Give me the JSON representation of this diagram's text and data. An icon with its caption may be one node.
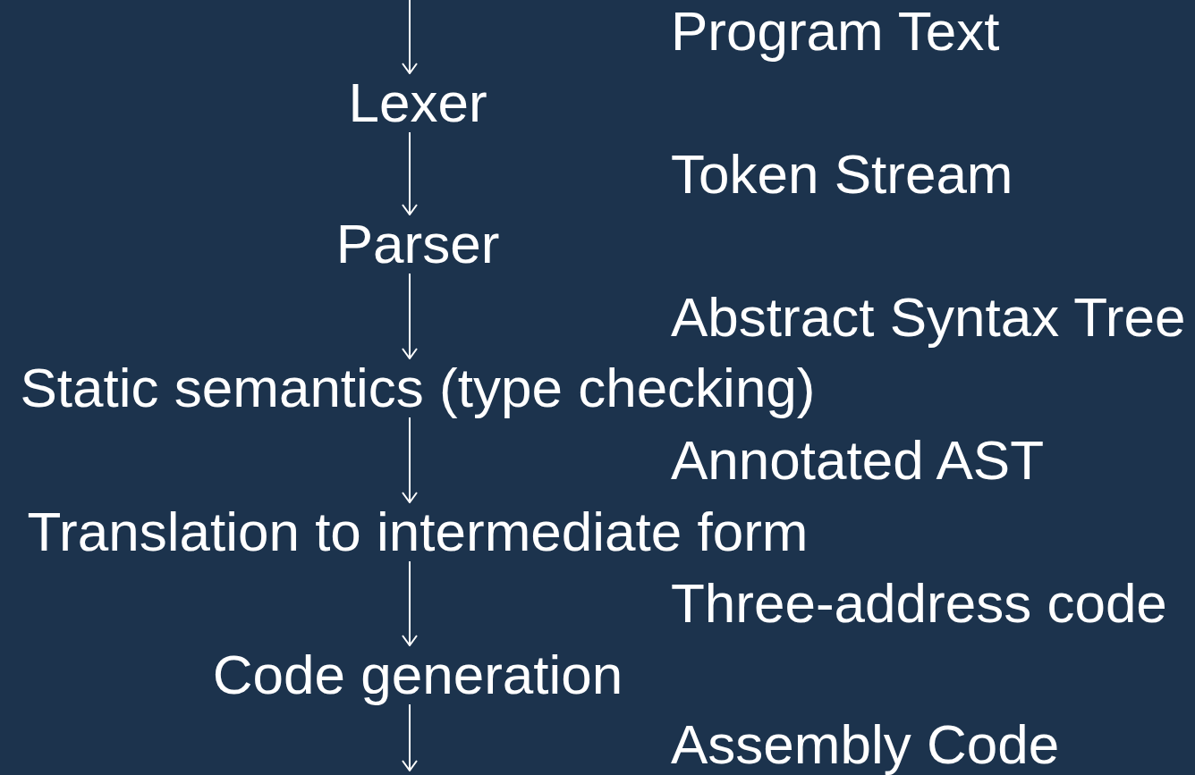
{
  "diagram": {
    "nodes": [
      {
        "text": [
          "Lexer"
        ]
      },
      {
        "text": [
          "Parser"
        ]
      },
      {
        "text": [
          "Static semantics (type checking)"
        ]
      },
      {
        "text": [
          "Translation to intermediate form"
        ]
      },
      {
        "text": [
          "Code generation"
        ]
      }
    ],
    "edges": [
      {
        "from": null,
        "to": 0,
        "arrow": "to",
        "label": "Program Text"
      },
      {
        "from": 0,
        "to": 1,
        "arrow": "to",
        "label": "Token Stream"
      },
      {
        "from": 1,
        "to": 2,
        "arrow": "to",
        "label": "Abstract Syntax Tree"
      },
      {
        "from": 2,
        "to": 3,
        "arrow": "to",
        "label": "Annotated AST"
      },
      {
        "from": 3,
        "to": 4,
        "arrow": "to",
        "label": "Three-address code"
      },
      {
        "from": 4,
        "to": null,
        "arrow": "to",
        "label": "Assembly Code"
      }
    ]
  }
}
